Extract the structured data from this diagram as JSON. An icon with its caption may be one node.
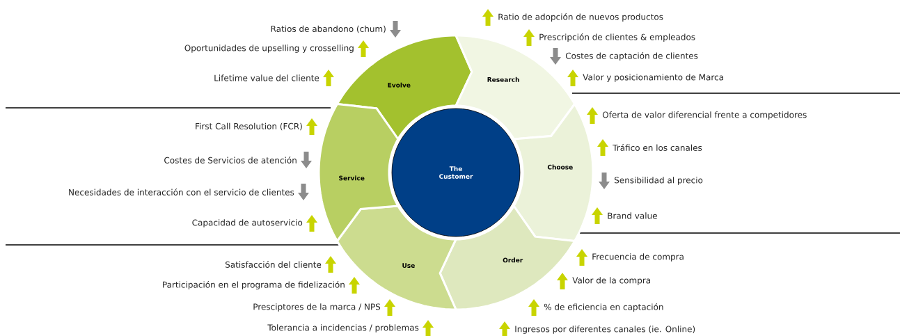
{
  "diagram": {
    "nodes": [
      {
        "text": [
          "The Customer"
        ]
      },
      {
        "text": [
          "Evolve"
        ],
        "beside": [
          "Ratios de abandono (chum)",
          "Oportunidades de upselling y crosselling",
          "Lifetime value del cliente"
        ]
      },
      {
        "text": [
          "Research"
        ],
        "beside": [
          "Ratio de adopción de nuevos productos",
          "Prescripción de clientes & empleados",
          "Costes de captación de clientes",
          "Valor y posicionamiento de Marca"
        ]
      },
      {
        "text": [
          "Choose"
        ],
        "beside": [
          "Oferta de valor diferencial frente a competidores",
          "Tráfico en los canales",
          "Sensibilidad al precio",
          "Brand value"
        ]
      },
      {
        "text": [
          "Order"
        ],
        "beside": [
          "Frecuencia de compra",
          "Valor de la compra",
          "% de eficiencia en captación",
          "Ingresos por diferentes canales (ie. Online)"
        ]
      },
      {
        "text": [
          "Use"
        ],
        "beside": [
          "Satisfacción del cliente",
          "Participación en el programa de fidelización",
          "Presciptores de la marca / NPS",
          "Tolerancia a incidencias / problemas"
        ]
      },
      {
        "text": [
          "Service"
        ],
        "beside": [
          "First Call Resolution (FCR)",
          "Costes de Servicios de atención",
          "Necesidades de interacción con el servicio de clientes",
          "Capacidad de autoservicio"
        ]
      }
    ]
  }
}
